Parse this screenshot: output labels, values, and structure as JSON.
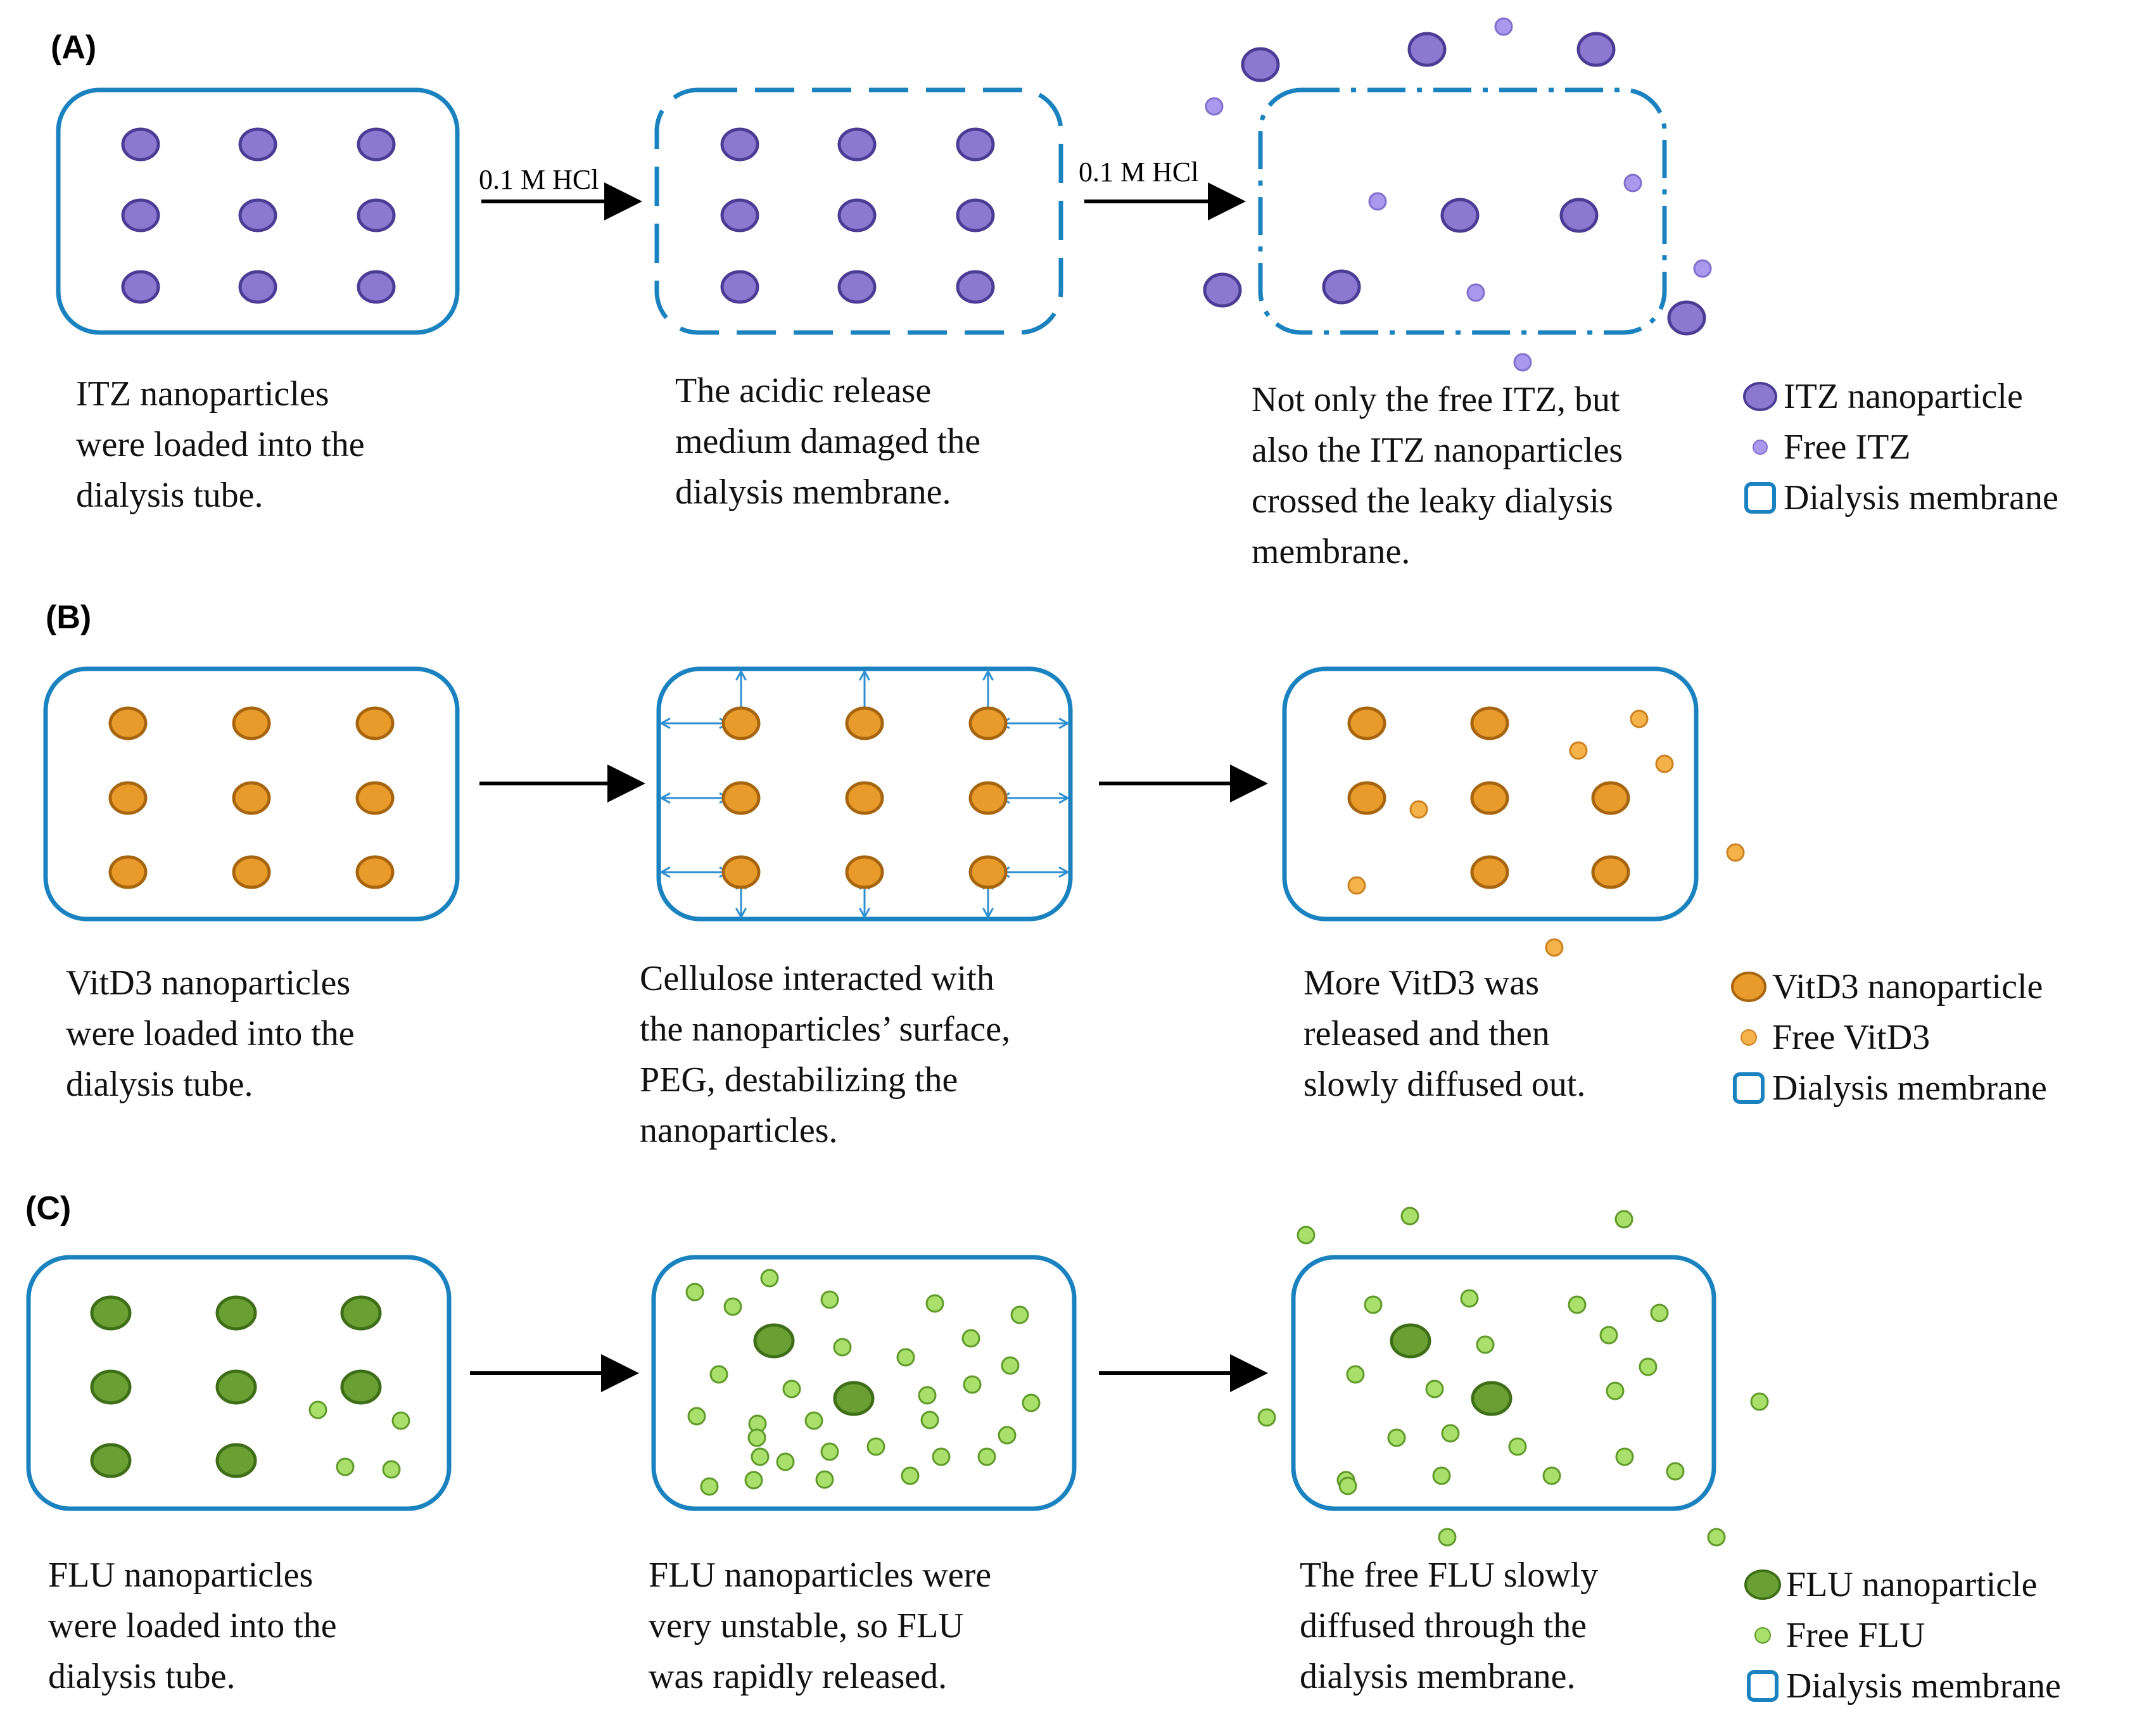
{
  "panels": [
    {
      "id": "A",
      "label": "(A)",
      "arrow1_label": "0.1 M HCl",
      "arrow2_label": "0.1 M HCl",
      "captions": [
        [
          "ITZ nanoparticles",
          "were loaded into the",
          "dialysis tube."
        ],
        [
          "The acidic release",
          "medium damaged the",
          "dialysis membrane."
        ],
        [
          "Not only the free ITZ, but",
          "also the ITZ nanoparticles",
          "crossed the leaky dialysis",
          "membrane."
        ]
      ],
      "legend": [
        "ITZ nanoparticle",
        "Free ITZ",
        "Dialysis membrane"
      ],
      "colors": {
        "fill": "#8b78d0",
        "stroke": "#4b3c96"
      }
    },
    {
      "id": "B",
      "label": "(B)",
      "captions": [
        [
          "VitD3 nanoparticles",
          "were loaded into the",
          "dialysis tube."
        ],
        [
          "Cellulose interacted with",
          "the nanoparticles’ surface,",
          "PEG, destabilizing the",
          "nanoparticles."
        ],
        [
          "More VitD3 was",
          "released and then",
          "slowly diffused out."
        ]
      ],
      "legend": [
        "VitD3 nanoparticle",
        "Free VitD3",
        "Dialysis membrane"
      ],
      "colors": {
        "fill": "#e89a2a",
        "stroke": "#a8650f"
      }
    },
    {
      "id": "C",
      "label": "(C)",
      "captions": [
        [
          "FLU nanoparticles",
          "were loaded into the",
          "dialysis tube."
        ],
        [
          "FLU nanoparticles were",
          "very unstable, so FLU",
          "was rapidly released."
        ],
        [
          "The free FLU slowly",
          "diffused through the",
          "dialysis membrane."
        ]
      ],
      "legend": [
        "FLU nanoparticle",
        "Free FLU",
        "Dialysis membrane"
      ],
      "colors": {
        "fill": "#6aa033",
        "stroke": "#3f6e18",
        "free_fill": "#a9e06b",
        "free_stroke": "#5f9a2a"
      }
    }
  ],
  "membrane_color": "#1b82c0"
}
